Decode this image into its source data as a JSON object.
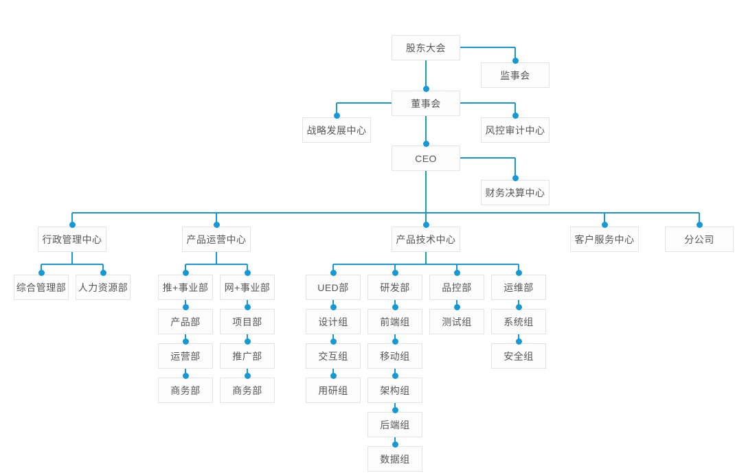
{
  "diagram": {
    "type": "org-chart"
  },
  "colors": {
    "connector": "#1499d6",
    "node_border": "#e3e3e3",
    "node_background": "#fdfdfd",
    "node_text": "#555555",
    "page_background": "#ffffff"
  },
  "nodes": [
    {
      "id": "shareholders-meeting",
      "label": "股东大会",
      "parent": null
    },
    {
      "id": "supervisory-board",
      "label": "监事会",
      "parent": "shareholders-meeting"
    },
    {
      "id": "board-of-directors",
      "label": "董事会",
      "parent": "shareholders-meeting"
    },
    {
      "id": "strategy-center",
      "label": "战略发展中心",
      "parent": "board-of-directors"
    },
    {
      "id": "risk-audit-center",
      "label": "风控审计中心",
      "parent": "board-of-directors"
    },
    {
      "id": "ceo",
      "label": "CEO",
      "parent": "board-of-directors"
    },
    {
      "id": "finance-center",
      "label": "财务决算中心",
      "parent": "ceo"
    },
    {
      "id": "admin-center",
      "label": "行政管理中心",
      "parent": "ceo"
    },
    {
      "id": "product-ops-center",
      "label": "产品运营中心",
      "parent": "ceo"
    },
    {
      "id": "product-tech-center",
      "label": "产品技术中心",
      "parent": "ceo"
    },
    {
      "id": "customer-service-center",
      "label": "客户服务中心",
      "parent": "ceo"
    },
    {
      "id": "branch-company",
      "label": "分公司",
      "parent": "ceo"
    },
    {
      "id": "general-mgmt-dept",
      "label": "综合管理部",
      "parent": "admin-center"
    },
    {
      "id": "hr-dept",
      "label": "人力资源部",
      "parent": "admin-center"
    },
    {
      "id": "tui-business-unit",
      "label": "推+事业部",
      "parent": "product-ops-center"
    },
    {
      "id": "wang-business-unit",
      "label": "网+事业部",
      "parent": "product-ops-center"
    },
    {
      "id": "product-dept",
      "label": "产品部",
      "parent": "tui-business-unit"
    },
    {
      "id": "operations-dept",
      "label": "运营部",
      "parent": "product-dept"
    },
    {
      "id": "business-dept-1",
      "label": "商务部",
      "parent": "operations-dept"
    },
    {
      "id": "project-dept",
      "label": "项目部",
      "parent": "wang-business-unit"
    },
    {
      "id": "promotion-dept",
      "label": "推广部",
      "parent": "project-dept"
    },
    {
      "id": "business-dept-2",
      "label": "商务部",
      "parent": "promotion-dept"
    },
    {
      "id": "ued-dept",
      "label": "UED部",
      "parent": "product-tech-center"
    },
    {
      "id": "rnd-dept",
      "label": "研发部",
      "parent": "product-tech-center"
    },
    {
      "id": "qc-dept",
      "label": "品控部",
      "parent": "product-tech-center"
    },
    {
      "id": "ops-maintenance-dept",
      "label": "运维部",
      "parent": "product-tech-center"
    },
    {
      "id": "design-group",
      "label": "设计组",
      "parent": "ued-dept"
    },
    {
      "id": "interaction-group",
      "label": "交互组",
      "parent": "design-group"
    },
    {
      "id": "user-research-group",
      "label": "用研组",
      "parent": "interaction-group"
    },
    {
      "id": "frontend-group",
      "label": "前端组",
      "parent": "rnd-dept"
    },
    {
      "id": "mobile-group",
      "label": "移动组",
      "parent": "frontend-group"
    },
    {
      "id": "architecture-group",
      "label": "架构组",
      "parent": "mobile-group"
    },
    {
      "id": "backend-group",
      "label": "后端组",
      "parent": "architecture-group"
    },
    {
      "id": "data-group",
      "label": "数据组",
      "parent": "backend-group"
    },
    {
      "id": "testing-group",
      "label": "测试组",
      "parent": "qc-dept"
    },
    {
      "id": "system-group",
      "label": "系统组",
      "parent": "ops-maintenance-dept"
    },
    {
      "id": "security-group",
      "label": "安全组",
      "parent": "system-group"
    }
  ]
}
